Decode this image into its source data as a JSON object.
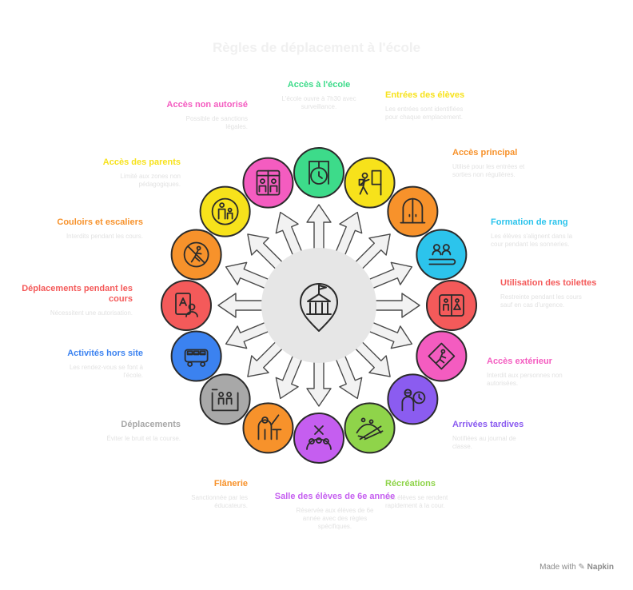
{
  "title": "Règles de déplacement à l'école",
  "colors": {
    "hub": "#e6e6e6",
    "arrow_fill": "#f2f2f2",
    "arrow_stroke": "#4a4a4a",
    "icon_stroke": "#2b2b2b"
  },
  "items": [
    {
      "label": "Accès à l'école",
      "desc": "L'école ouvre à 7h30 avec surveillance.",
      "color": "#3ddb8a",
      "icon": "clock-sign-icon"
    },
    {
      "label": "Entrées des élèves",
      "desc": "Les entrées sont identifiées pour chaque emplacement.",
      "color": "#f7e21b",
      "icon": "student-door-icon"
    },
    {
      "label": "Accès principal",
      "desc": "Utilisé pour les entrées et sorties non régulières.",
      "color": "#f7922b",
      "icon": "double-door-icon"
    },
    {
      "label": "Formation de rang",
      "desc": "Les élèves s'alignent dans la cour pendant les sonneries.",
      "color": "#2cc4ec",
      "icon": "line-up-icon"
    },
    {
      "label": "Utilisation des toilettes",
      "desc": "Restreinte pendant les cours sauf en cas d'urgence.",
      "color": "#f45a5a",
      "icon": "restroom-icon"
    },
    {
      "label": "Accès extérieur",
      "desc": "Interdit aux personnes non autorisées.",
      "color": "#f45cc0",
      "icon": "warning-sign-icon"
    },
    {
      "label": "Arrivées tardives",
      "desc": "Notifiées au journal de classe.",
      "color": "#8b5cf0",
      "icon": "late-clock-icon"
    },
    {
      "label": "Récréations",
      "desc": "Les élèves se rendent rapidement à la cour.",
      "color": "#8fd44a",
      "icon": "playground-icon"
    },
    {
      "label": "Salle des élèves de 6e année",
      "desc": "Réservée aux élèves de 6e année avec des règles spécifiques.",
      "color": "#c55ef0",
      "icon": "group-room-icon"
    },
    {
      "label": "Flânerie",
      "desc": "Sanctionnée par les éducateurs.",
      "color": "#f7922b",
      "icon": "teacher-board-icon"
    },
    {
      "label": "Déplacements",
      "desc": "Éviter le bruit et la course.",
      "color": "#a8a8a8",
      "icon": "movement-icon"
    },
    {
      "label": "Activités hors site",
      "desc": "Les rendez-vous se font à l'école.",
      "color": "#3b82f0",
      "icon": "bus-icon"
    },
    {
      "label": "Déplacements pendant les cours",
      "desc": "Nécessitent une autorisation.",
      "color": "#f45a5a",
      "icon": "hall-pass-icon"
    },
    {
      "label": "Couloirs et escaliers",
      "desc": "Interdits pendant les cours.",
      "color": "#f7922b",
      "icon": "no-running-icon"
    },
    {
      "label": "Accès des parents",
      "desc": "Limité aux zones non pédagogiques.",
      "color": "#f7e21b",
      "icon": "parent-child-icon"
    },
    {
      "label": "Accès non autorisé",
      "desc": "Possible de sanctions légales.",
      "color": "#f45cc0",
      "icon": "id-badge-icon"
    }
  ],
  "footer": {
    "made_with": "Made with",
    "brand": "Napkin"
  }
}
